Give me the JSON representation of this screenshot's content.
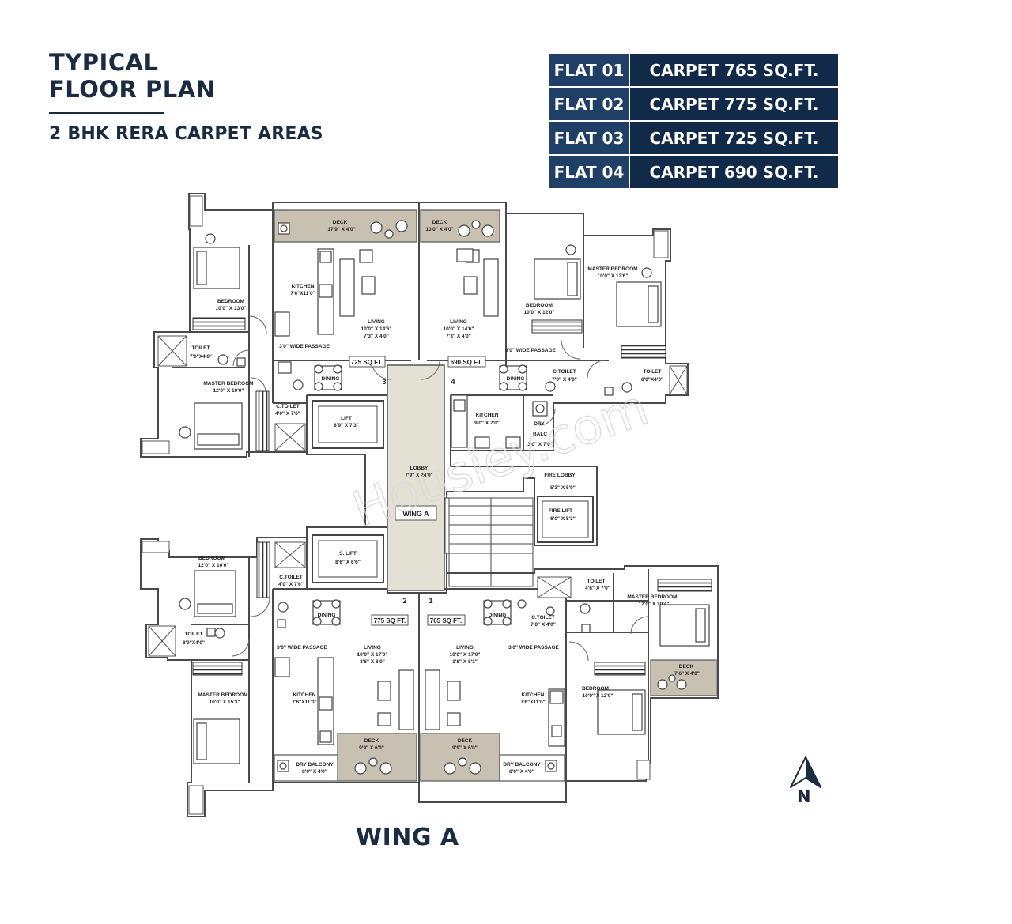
{
  "heading": {
    "title_line1": "TYPICAL",
    "title_line2": "FLOOR PLAN",
    "subtitle": "2 BHK RERA CARPET AREAS"
  },
  "area_table": [
    {
      "flat": "FLAT 01",
      "area": "CARPET 765 SQ.FT."
    },
    {
      "flat": "FLAT 02",
      "area": "CARPET 775 SQ.FT."
    },
    {
      "flat": "FLAT 03",
      "area": "CARPET 725 SQ.FT."
    },
    {
      "flat": "FLAT 04",
      "area": "CARPET 690 SQ.FT."
    }
  ],
  "rooms": {
    "deck_f3": {
      "name": "DECK",
      "dim": "17'9\" X 4'0\""
    },
    "deck_f4": {
      "name": "DECK",
      "dim": "10'0\" X 4'0\""
    },
    "kitchen_f3": {
      "name": "KITCHEN",
      "dim": "7'6\"X11'0\""
    },
    "bedroom_f3": {
      "name": "BEDROOM",
      "dim": "10'0\" X 13'0\""
    },
    "living_f3": {
      "name": "LIVING",
      "dim": "10'0\" X 14'6\"",
      "dim2": "7'3\" X 4'0\""
    },
    "living_f4": {
      "name": "LIVING",
      "dim": "10'0\" X 14'6\"",
      "dim2": "7'3\" X 4'0\""
    },
    "bedroom_f4": {
      "name": "BEDROOM",
      "dim": "10'0\" X 12'0\""
    },
    "master_f4": {
      "name": "MASTER BEDROOM",
      "dim": "10'0\" X 12'6\""
    },
    "toilet_f3": {
      "name": "TOILET",
      "dim": "7'0\"X4'0\""
    },
    "master_f3": {
      "name": "MASTER BEDROOM",
      "dim": "12'0\" X 10'0\""
    },
    "ctoilet_f3": {
      "name": "C.TOILET",
      "dim": "4'0\" X 7'6\""
    },
    "ctoilet_f4": {
      "name": "C.TOILET",
      "dim": "7'0\" X 4'0\""
    },
    "toilet_f4": {
      "name": "TOILET",
      "dim": "8'0\"X4'0\""
    },
    "kitchen_f4": {
      "name": "KITCHEN",
      "dim": "9'0\" X 7'0\""
    },
    "drybalc_f4": {
      "name": "DRY",
      "name2": "BALC",
      "dim": "3'0\" X 7'0\""
    },
    "lift": {
      "name": "LIFT",
      "dim": "8'9\" X 7'3\""
    },
    "lobby": {
      "name": "LOBBY",
      "dim": "7'9\" X 24'0\""
    },
    "fire_lobby": {
      "name": "FIRE LOBBY",
      "dim": "5'3\" X 5'0\""
    },
    "fire_lift": {
      "name": "FIRE LIFT",
      "dim": "6'0\" X 5'3\""
    },
    "s_lift": {
      "name": "S. LIFT",
      "dim": "8'6\" X 6'6\""
    },
    "bedroom_f2": {
      "name": "BEDROOM",
      "dim": "12'0\" X 10'0\""
    },
    "ctoilet_f2": {
      "name": "C.TOILET",
      "dim": "4'0\" X 7'6\""
    },
    "toilet_f2": {
      "name": "TOILET",
      "dim": "8'0\"X4'0\""
    },
    "living_f2": {
      "name": "LIVING",
      "dim": "10'0\" X 17'0\"",
      "dim2": "3'6\" X 8'0\""
    },
    "living_f1": {
      "name": "LIVING",
      "dim": "10'0\" X 17'0\"",
      "dim2": "1'8\" X 8'1\""
    },
    "toilet_f1": {
      "name": "TOILET",
      "dim": "4'6\" X 7'0\""
    },
    "master_f1": {
      "name": "MASTER BEDROOM",
      "dim": "12'0\" X 10'4\""
    },
    "ctoilet_f1": {
      "name": "C.TOILET",
      "dim": "7'0\" X 4'0\""
    },
    "deck_f1_side": {
      "name": "DECK",
      "dim": "7'6\" X 4'0\""
    },
    "master_f2": {
      "name": "MASTER BEDROOM",
      "dim": "10'0\" X 15'3\""
    },
    "kitchen_f2": {
      "name": "KITCHEN",
      "dim": "7'6\"X11'0\""
    },
    "kitchen_f1": {
      "name": "KITCHEN",
      "dim": "7'6\"X11'0\""
    },
    "bedroom_f1": {
      "name": "BEDROOM",
      "dim": "10'0\" X 12'0\""
    },
    "deck_f2": {
      "name": "DECK",
      "dim": "9'9\" X 6'0\""
    },
    "deck_f1": {
      "name": "DECK",
      "dim": "9'9\" X 6'0\""
    },
    "drybalc_f2": {
      "name": "DRY BALCONY",
      "dim": "8'0\" X 4'0\""
    },
    "drybalc_f1": {
      "name": "DRY BALCONY",
      "dim": "8'0\" X 4'0\""
    }
  },
  "labels": {
    "dining": "DINING",
    "passage": "3'0\" WIDE PASSAGE",
    "wing_tag": "WING A",
    "flat_num_1": "1",
    "flat_num_2": "2",
    "flat_num_3": "3",
    "flat_num_4": "4",
    "sqft_f1": "765 SQ FT.",
    "sqft_f2": "775 SQ FT.",
    "sqft_f3": "725 SQ FT.",
    "sqft_f4": "690 SQ FT."
  },
  "watermark": "Housiey.com",
  "wing_caption": "WING A",
  "north_label": "N",
  "colors": {
    "navy": "#1b2b42",
    "table_flat": "#1f3f66",
    "table_area": "#122a4a",
    "deck_fill": "#c8c0b0",
    "lobby_fill": "#e3e0d4",
    "wall": "#4a4a4a"
  }
}
